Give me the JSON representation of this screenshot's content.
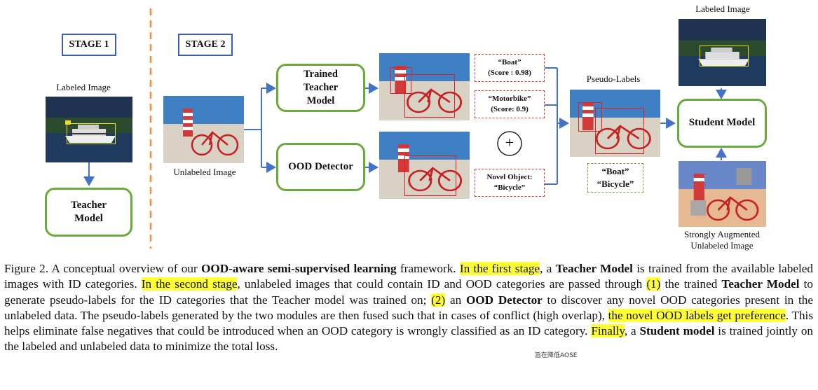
{
  "stage1": {
    "title": "STAGE 1",
    "image_label": "Labeled Image",
    "model": [
      "Teacher",
      "Model"
    ]
  },
  "stage2": {
    "title": "STAGE 2",
    "unlabeled_label": "Unlabeled Image",
    "trained_teacher": [
      "Trained",
      "Teacher",
      "Model"
    ],
    "ood_detector": "OOD Detector",
    "pred_boat": [
      "“Boat”",
      "(Score : 0.98)"
    ],
    "pred_motorbike": [
      "“Motorbike”",
      "(Score: 0.9)"
    ],
    "pred_novel": [
      "Novel Object:",
      "“Bicycle”"
    ],
    "plus": "+",
    "pseudo_labels_title": "Pseudo-Labels",
    "pseudo_labels": [
      "“Boat”",
      "“Bicycle”"
    ],
    "labeled_image_label": "Labeled Image",
    "student_model": "Student Model",
    "augmented_label": [
      "Strongly Augmented",
      "Unlabeled Image"
    ]
  },
  "caption": {
    "figure_no": "Figure 2.",
    "segments": [
      {
        "t": " A conceptual overview of our ",
        "s": "n"
      },
      {
        "t": "OOD-aware semi-supervised learning",
        "s": "b"
      },
      {
        "t": " framework. ",
        "s": "n"
      },
      {
        "t": "In the first stage",
        "s": "h"
      },
      {
        "t": ", a ",
        "s": "n"
      },
      {
        "t": "Teacher Model",
        "s": "b"
      },
      {
        "t": " is trained from the available labeled images with ID categories. ",
        "s": "n"
      },
      {
        "t": "In the second stage",
        "s": "h"
      },
      {
        "t": ", unlabeled images that could contain ID and OOD categories are passed through ",
        "s": "n"
      },
      {
        "t": "(1)",
        "s": "h"
      },
      {
        "t": " the trained ",
        "s": "n"
      },
      {
        "t": "Teacher Model",
        "s": "b"
      },
      {
        "t": " to generate pseudo-labels for the ID categories that the Teacher model was trained on; ",
        "s": "n"
      },
      {
        "t": "(2)",
        "s": "h"
      },
      {
        "t": " an ",
        "s": "n"
      },
      {
        "t": "OOD Detector",
        "s": "b"
      },
      {
        "t": " to discover any novel OOD categories present in the unlabeled data. The pseudo-labels generated by the two modules are then fused such that in cases of conflict (high overlap), ",
        "s": "n"
      },
      {
        "t": "the novel OOD labels get preference",
        "s": "h"
      },
      {
        "t": ". This helps eliminate false negatives that could be introduced when an OOD category is wrongly classified as an ID category. ",
        "s": "n"
      },
      {
        "t": "Finally",
        "s": "h"
      },
      {
        "t": ", a ",
        "s": "n"
      },
      {
        "t": "Student model",
        "s": "b"
      },
      {
        "t": " is trained jointly on the labeled and unlabeled data to minimize the total loss.",
        "s": "n"
      }
    ],
    "note": "旨在降低AOSE"
  }
}
